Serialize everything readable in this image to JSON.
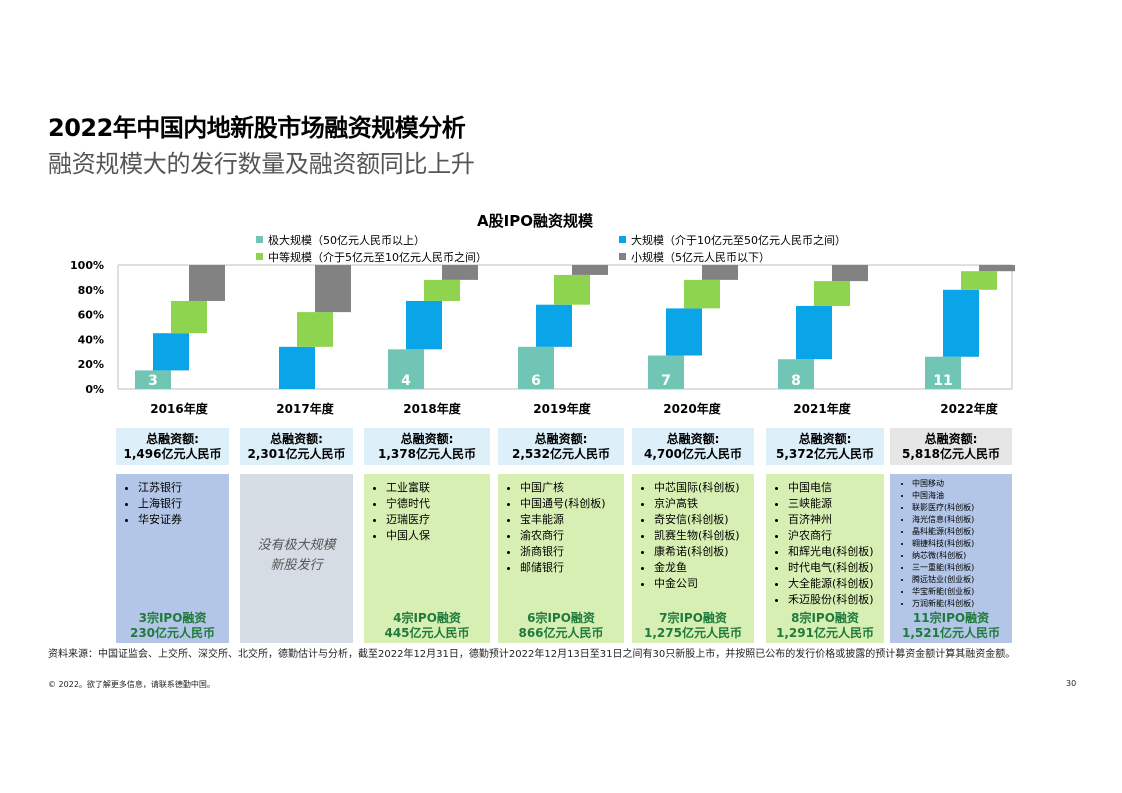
{
  "page": {
    "title": "2022年中国内地新股市场融资规模分析",
    "subtitle": "融资规模大的发行数量及融资额同比上升",
    "source": "资料来源：中国证监会、上交所、深交所、北交所，德勤估计与分析，截至2022年12月31日，德勤预计2022年12月13日至31日之间有30只新股上市，并按照已公布的发行价格或披露的预计募资金额计算其融资金额。",
    "copyright": "© 2022。欲了解更多信息，请联系德勤中国。",
    "page_number": "30"
  },
  "chart_data": {
    "type": "bar",
    "stacked": true,
    "title": "A股IPO融资规模",
    "categories": [
      "2016年度",
      "2017年度",
      "2018年度",
      "2019年度",
      "2020年度",
      "2021年度",
      "2022年度"
    ],
    "ylim": [
      0,
      100
    ],
    "yticks": [
      "0%",
      "20%",
      "40%",
      "60%",
      "80%",
      "100%"
    ],
    "legend_position": "top",
    "series": [
      {
        "name": "极大规模（50亿元人民币以上）",
        "color": "#71c5b4",
        "values": [
          15,
          0,
          32,
          34,
          27,
          24,
          26
        ]
      },
      {
        "name": "大规模（介于10亿元至50亿元人民币之间）",
        "color": "#0aa5e8",
        "values": [
          30,
          34,
          39,
          34,
          38,
          43,
          54
        ]
      },
      {
        "name": "中等规模（介于5亿元至10亿元人民币之间）",
        "color": "#8fd44e",
        "values": [
          26,
          28,
          17,
          24,
          23,
          20,
          15
        ]
      },
      {
        "name": "小规模（5亿元人民币以下）",
        "color": "#828282",
        "values": [
          29,
          38,
          12,
          8,
          12,
          13,
          5
        ]
      }
    ],
    "bar_labels": [
      "3",
      "",
      "4",
      "6",
      "7",
      "8",
      "11"
    ]
  },
  "columns": [
    {
      "head": [
        "总融资额:",
        "1,496亿元人民币"
      ],
      "items": [
        "江苏银行",
        "上海银行",
        "华安证券"
      ],
      "foot": [
        "3宗IPO融资",
        "230亿元人民币"
      ],
      "head_bg": "#ddf0fa",
      "body_bg": "#b3c6e7"
    },
    {
      "head": [
        "总融资额:",
        "2,301亿元人民币"
      ],
      "none": [
        "没有极大规模",
        "新股发行"
      ],
      "head_bg": "#ddf0fa",
      "body_bg": "#d6dce4"
    },
    {
      "head": [
        "总融资额:",
        "1,378亿元人民币"
      ],
      "items": [
        "工业富联",
        "宁德时代",
        "迈瑞医疗",
        "中国人保"
      ],
      "foot": [
        "4宗IPO融资",
        "445亿元人民币"
      ],
      "head_bg": "#ddf0fa",
      "body_bg": "#d7efb3"
    },
    {
      "head": [
        "总融资额:",
        "2,532亿元人民币"
      ],
      "items": [
        "中国广核",
        "中国通号(科创板)",
        "宝丰能源",
        "渝农商行",
        "浙商银行",
        "邮储银行"
      ],
      "foot": [
        "6宗IPO融资",
        "866亿元人民币"
      ],
      "head_bg": "#ddf0fa",
      "body_bg": "#d7efb3"
    },
    {
      "head": [
        "总融资额:",
        "4,700亿元人民币"
      ],
      "items": [
        "中芯国际(科创板)",
        "京沪高铁",
        "奇安信(科创板)",
        "凯赛生物(科创板)",
        "康希诺(科创板)",
        "金龙鱼",
        "中金公司"
      ],
      "foot": [
        "7宗IPO融资",
        "1,275亿元人民币"
      ],
      "head_bg": "#ddf0fa",
      "body_bg": "#d7efb3"
    },
    {
      "head": [
        "总融资额:",
        "5,372亿元人民币"
      ],
      "items": [
        "中国电信",
        "三峡能源",
        "百济神州",
        "沪农商行",
        "和辉光电(科创板)",
        "时代电气(科创板)",
        "大全能源(科创板)",
        "禾迈股份(科创板)"
      ],
      "foot": [
        "8宗IPO融资",
        "1,291亿元人民币"
      ],
      "head_bg": "#ddf0fa",
      "body_bg": "#d7efb3"
    },
    {
      "head": [
        "总融资额:",
        "5,818亿元人民币"
      ],
      "items": [
        "中国移动",
        "中国海油",
        "联影医疗(科创板)",
        "海光信息(科创板)",
        "晶科能源(科创板)",
        "翱捷科技(科创板)",
        "纳芯微(科创板)",
        "三一重能(科创板)",
        "腾远钴业(创业板)",
        "华宝新能(创业板)",
        "万润新能(科创板)"
      ],
      "foot": [
        "11宗IPO融资",
        "1,521亿元人民币"
      ],
      "small": true,
      "head_bg": "#e6e6e6",
      "body_bg": "#b3c6e7"
    }
  ]
}
